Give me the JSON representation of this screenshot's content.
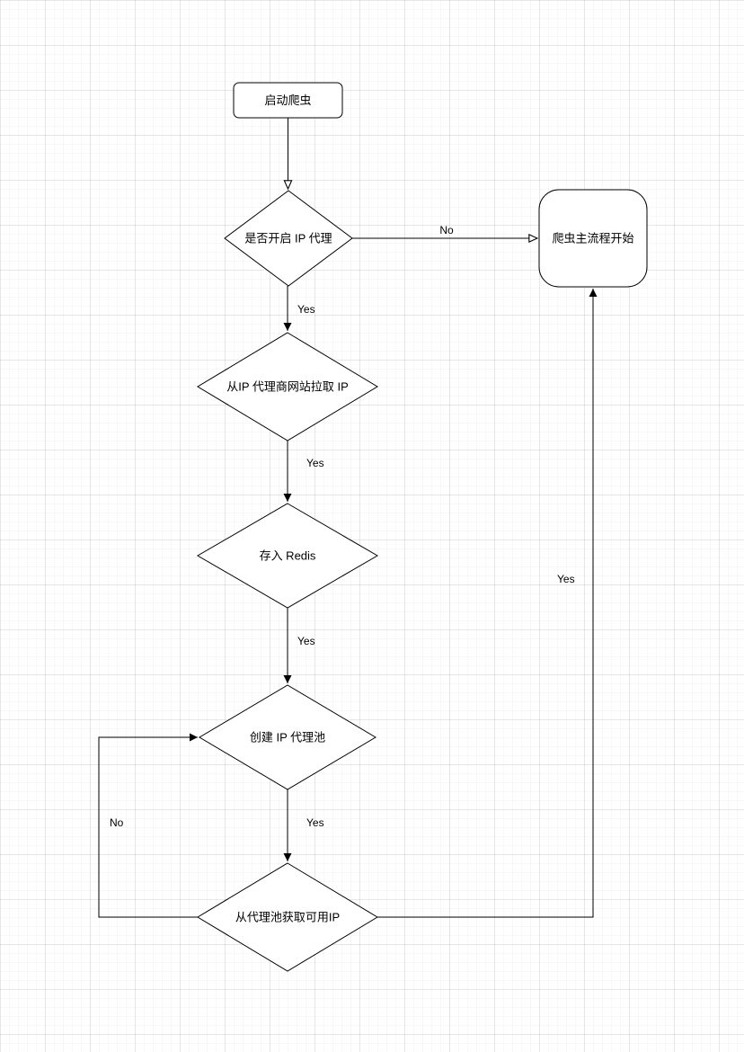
{
  "diagram": {
    "title": "crawler-ip-proxy-flowchart",
    "style": {
      "node_fill": "#ffffff",
      "node_stroke": "#000000",
      "edge_color": "#000000",
      "label_color": "#000000",
      "canvas_background": "#ffffff"
    },
    "nodes": [
      {
        "id": "start",
        "type": "rounded-rectangle",
        "label": "启动爬虫"
      },
      {
        "id": "check-ip-proxy",
        "type": "decision",
        "label": "是否开启 IP 代理"
      },
      {
        "id": "crawler-main-process",
        "type": "rounded-rectangle",
        "label": "爬虫主流程开始"
      },
      {
        "id": "pull-ip-from-provider",
        "type": "decision",
        "label": "从IP 代理商网站拉取 IP"
      },
      {
        "id": "store-redis",
        "type": "decision",
        "label": "存入 Redis"
      },
      {
        "id": "create-ip-pool",
        "type": "decision",
        "label": "创建 IP 代理池"
      },
      {
        "id": "get-usable-ip",
        "type": "decision",
        "label": "从代理池获取可用IP"
      }
    ],
    "edges": [
      {
        "from": "start",
        "to": "check-ip-proxy",
        "label": ""
      },
      {
        "from": "check-ip-proxy",
        "to": "crawler-main-process",
        "label": "No"
      },
      {
        "from": "check-ip-proxy",
        "to": "pull-ip-from-provider",
        "label": "Yes"
      },
      {
        "from": "pull-ip-from-provider",
        "to": "store-redis",
        "label": "Yes"
      },
      {
        "from": "store-redis",
        "to": "create-ip-pool",
        "label": "Yes"
      },
      {
        "from": "create-ip-pool",
        "to": "get-usable-ip",
        "label": "Yes"
      },
      {
        "from": "get-usable-ip",
        "to": "crawler-main-process",
        "label": "Yes"
      },
      {
        "from": "get-usable-ip",
        "to": "create-ip-pool",
        "label": "No"
      }
    ]
  }
}
